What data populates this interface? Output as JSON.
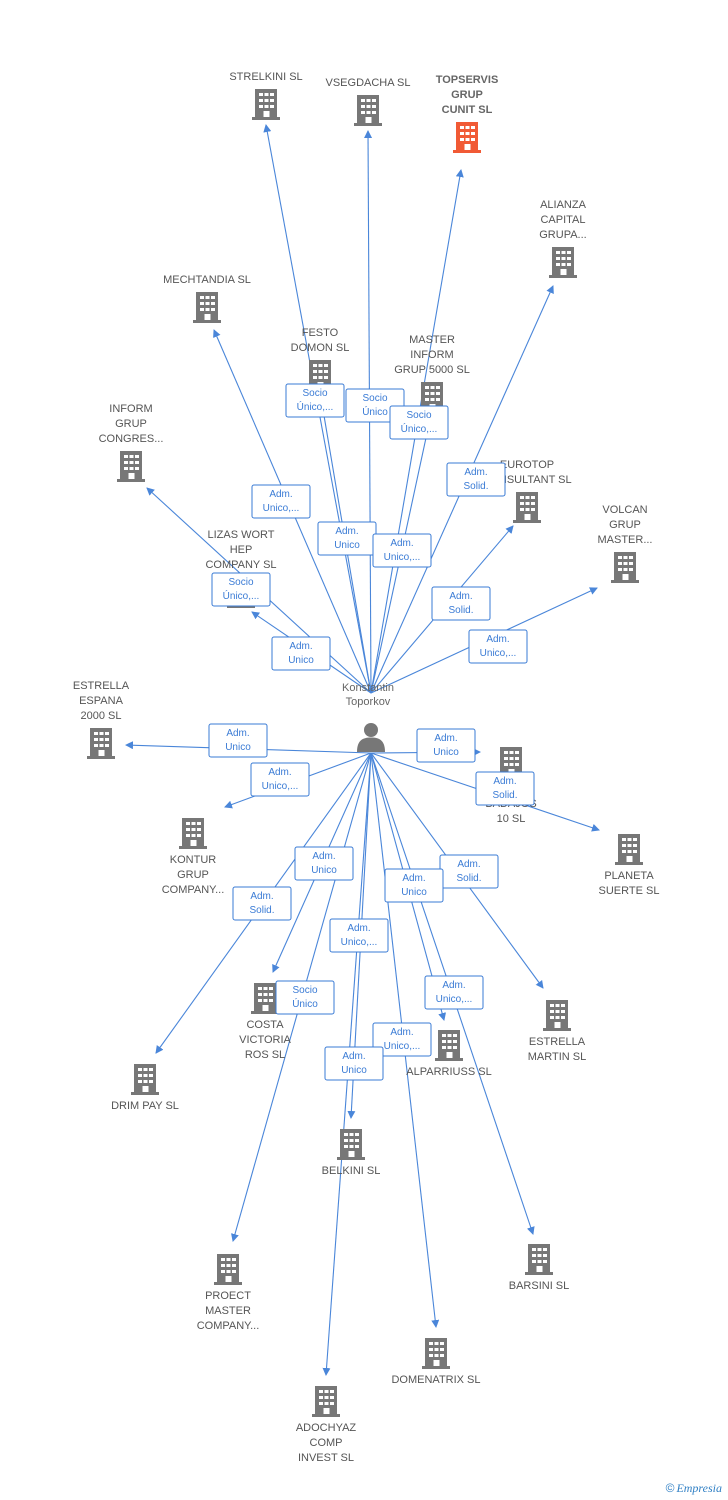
{
  "center": {
    "label_lines": [
      "Konstantin",
      "Toporkov"
    ]
  },
  "colors": {
    "edge": "#4a86d9",
    "node": "#777777",
    "highlight": "#f15a35",
    "relation": "#3a7bd5"
  },
  "companies": [
    {
      "id": "strelkini",
      "lines": [
        "STRELKINI SL"
      ],
      "highlight": false
    },
    {
      "id": "vsegdacha",
      "lines": [
        "VSEGDACHA SL"
      ],
      "highlight": false
    },
    {
      "id": "topservis",
      "lines": [
        "TOPSERVIS",
        "GRUP",
        "CUNIT SL"
      ],
      "highlight": true
    },
    {
      "id": "alianza",
      "lines": [
        "ALIANZA",
        "CAPITAL",
        "GRUPA..."
      ],
      "highlight": false
    },
    {
      "id": "mechtandia",
      "lines": [
        "MECHTANDIA SL"
      ],
      "highlight": false
    },
    {
      "id": "festo",
      "lines": [
        "FESTO",
        "DOMON SL"
      ],
      "highlight": false
    },
    {
      "id": "master",
      "lines": [
        "MASTER",
        "INFORM",
        "GRUP 5000 SL"
      ],
      "highlight": false
    },
    {
      "id": "inform",
      "lines": [
        "INFORM",
        "GRUP",
        "CONGRES..."
      ],
      "highlight": false
    },
    {
      "id": "eurotop",
      "lines": [
        "EUROTOP",
        "CONSULTANT SL"
      ],
      "highlight": false
    },
    {
      "id": "volcan",
      "lines": [
        "VOLCAN",
        "GRUP",
        "MASTER..."
      ],
      "highlight": false
    },
    {
      "id": "lizas",
      "lines": [
        "LIZAS WORT",
        "HEP",
        "COMPANY SL"
      ],
      "highlight": false
    },
    {
      "id": "estrella_espana",
      "lines": [
        "ESTRELLA",
        "ESPANA",
        "2000 SL"
      ],
      "highlight": false
    },
    {
      "id": "sity",
      "lines": [
        "SITY",
        "BADAJOS",
        "10 SL"
      ],
      "highlight": false
    },
    {
      "id": "kontur",
      "lines": [
        "KONTUR",
        "GRUP",
        "COMPANY..."
      ],
      "highlight": false
    },
    {
      "id": "planeta",
      "lines": [
        "PLANETA",
        "SUERTE SL"
      ],
      "highlight": false
    },
    {
      "id": "costa",
      "lines": [
        "COSTA",
        "VICTORIA",
        "ROS SL"
      ],
      "highlight": false
    },
    {
      "id": "estrella_martin",
      "lines": [
        "ESTRELLA",
        "MARTIN SL"
      ],
      "highlight": false
    },
    {
      "id": "alparriuss",
      "lines": [
        "ALPARRIUSS SL"
      ],
      "highlight": false
    },
    {
      "id": "drimpay",
      "lines": [
        "DRIM PAY SL"
      ],
      "highlight": false
    },
    {
      "id": "belkini",
      "lines": [
        "BELKINI SL"
      ],
      "highlight": false
    },
    {
      "id": "barsini",
      "lines": [
        "BARSINI SL"
      ],
      "highlight": false
    },
    {
      "id": "proect",
      "lines": [
        "PROECT",
        "MASTER",
        "COMPANY..."
      ],
      "highlight": false
    },
    {
      "id": "domenatrix",
      "lines": [
        "DOMENATRIX SL"
      ],
      "highlight": false
    },
    {
      "id": "adochyaz",
      "lines": [
        "ADOCHYAZ",
        "COMP",
        "INVEST SL"
      ],
      "highlight": false
    }
  ],
  "relations": [
    {
      "target": "festo",
      "lines": [
        "Socio",
        "Único,..."
      ]
    },
    {
      "target": "vsegdacha",
      "lines": [
        "Socio",
        "Único"
      ]
    },
    {
      "target": "master",
      "lines": [
        "Socio",
        "Único,..."
      ]
    },
    {
      "target": "alianza",
      "lines": [
        "Adm.",
        "Solid."
      ]
    },
    {
      "target": "mechtandia",
      "lines": [
        "Adm.",
        "Unico,..."
      ]
    },
    {
      "target": "strelkini",
      "lines": [
        "Adm.",
        "Unico"
      ]
    },
    {
      "target": "topservis",
      "lines": [
        "Adm.",
        "Unico,..."
      ]
    },
    {
      "target": "lizas",
      "lines": [
        "Socio",
        "Único,..."
      ]
    },
    {
      "target": "eurotop",
      "lines": [
        "Adm.",
        "Solid."
      ]
    },
    {
      "target": "inform",
      "lines": [
        "Adm.",
        "Unico"
      ]
    },
    {
      "target": "volcan",
      "lines": [
        "Adm.",
        "Unico,..."
      ]
    },
    {
      "target": "estrella_espana",
      "lines": [
        "Adm.",
        "Unico"
      ]
    },
    {
      "target": "sity",
      "lines": [
        "Adm.",
        "Unico"
      ]
    },
    {
      "target": "planeta",
      "lines": [
        "Adm.",
        "Solid."
      ]
    },
    {
      "target": "kontur",
      "lines": [
        "Adm.",
        "Unico,..."
      ]
    },
    {
      "target": "costa",
      "lines": [
        "Adm.",
        "Unico"
      ]
    },
    {
      "target": "drimpay",
      "lines": [
        "Adm.",
        "Solid."
      ]
    },
    {
      "target": "estrella_martin",
      "lines": [
        "Adm.",
        "Solid."
      ]
    },
    {
      "target": "proect",
      "lines": [
        "Socio",
        "Único"
      ]
    },
    {
      "target": "belkini",
      "lines": [
        "Adm.",
        "Unico"
      ]
    },
    {
      "target": "adochyaz",
      "lines": [
        "Adm.",
        "Unico,..."
      ]
    },
    {
      "target": "alparriuss",
      "lines": [
        "Adm.",
        "Unico,..."
      ]
    },
    {
      "target": "domenatrix",
      "lines": [
        "Adm.",
        "Unico,..."
      ]
    },
    {
      "target": "barsini",
      "lines": [
        "Adm.",
        "Unico"
      ]
    }
  ],
  "brand": {
    "copyright": "©",
    "name": "Empresia"
  }
}
